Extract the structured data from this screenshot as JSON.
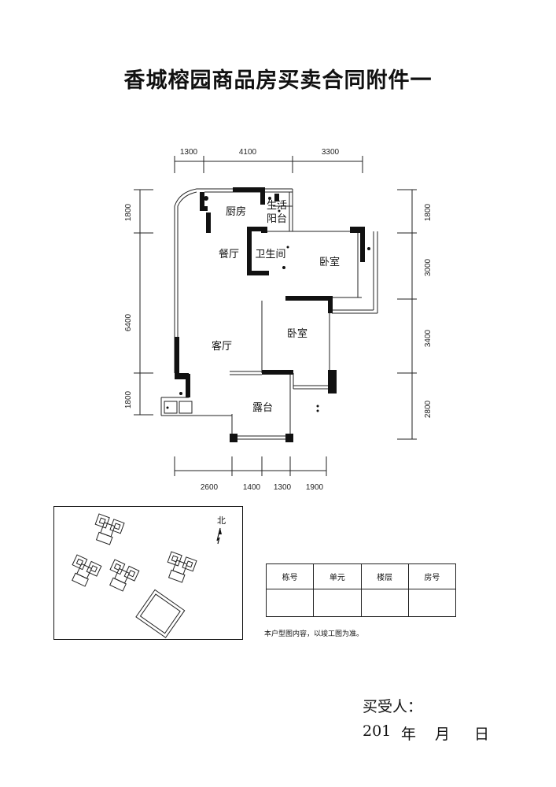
{
  "title": "香城榕园商品房买卖合同附件一",
  "plan": {
    "dims_top": [
      "1300",
      "4100",
      "3300"
    ],
    "dims_bottom": [
      "2600",
      "1400",
      "1300",
      "1900"
    ],
    "dims_left": [
      "1800",
      "6400",
      "1800"
    ],
    "dims_right": [
      "1800",
      "3000",
      "3400",
      "2800"
    ],
    "rooms": {
      "kitchen": "厨房",
      "utility_balcony_line1": "生活",
      "utility_balcony_line2": "阳台",
      "dining": "餐厅",
      "bathroom": "卫生间",
      "bedroom1": "卧室",
      "living": "客厅",
      "bedroom2": "卧室",
      "terrace": "露台"
    }
  },
  "site_plan": {
    "north_label": "北"
  },
  "info_table": {
    "headers": [
      "栋号",
      "单元",
      "楼层",
      "房号"
    ],
    "values": [
      "",
      "",
      "",
      ""
    ]
  },
  "note": "本户型图内容，以竣工图为准。",
  "signature": {
    "buyer_label": "买受人：",
    "date_year": "201",
    "date_year_char": "年",
    "date_month_char": "月",
    "date_day_char": "日"
  }
}
